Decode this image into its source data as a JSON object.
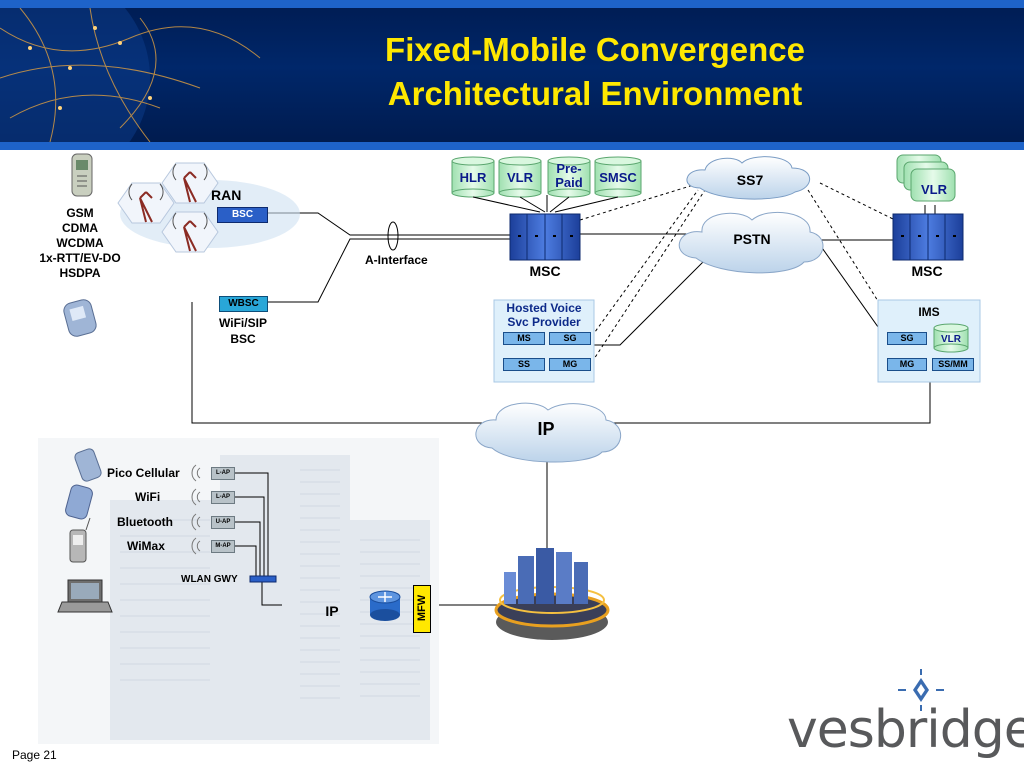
{
  "title": {
    "line1": "Fixed-Mobile Convergence",
    "line2": "Architectural Environment"
  },
  "access": {
    "tech": [
      "GSM",
      "CDMA",
      "WCDMA",
      "1x-RTT/EV-DO",
      "HSDPA"
    ],
    "ran": "RAN",
    "bsc": "BSC",
    "wbsc": "WBSC",
    "wifi_sip_bsc": [
      "WiFi/SIP",
      "BSC"
    ],
    "a_interface": "A-Interface"
  },
  "core": {
    "databases": [
      "HLR",
      "VLR",
      "Pre-Paid",
      "SMSC"
    ],
    "msc_left": "MSC",
    "msc_right": "MSC",
    "ss7": "SS7",
    "pstn": "PSTN",
    "vlr_right": "VLR",
    "ip": "IP"
  },
  "hosted_voice": {
    "title": [
      "Hosted Voice",
      "Svc Provider"
    ],
    "ms": "MS",
    "sg": "SG",
    "ss": "SS",
    "mg": "MG"
  },
  "ims": {
    "title": "IMS",
    "sg": "SG",
    "vlr": "VLR",
    "mg": "MG",
    "ssmm": "SS/MM"
  },
  "enterprise": {
    "rows": [
      {
        "label": "Pico Cellular",
        "ap": "L-AP"
      },
      {
        "label": "WiFi",
        "ap": "L-AP"
      },
      {
        "label": "Bluetooth",
        "ap": "U-AP"
      },
      {
        "label": "WiMax",
        "ap": "M-AP"
      }
    ],
    "gateway": "WLAN GWY",
    "ip": "IP",
    "mfw": "MFW"
  },
  "footer": {
    "page": "Page 21",
    "brand": "vesbridge"
  },
  "colors": {
    "title": "#ffe800",
    "header": "#001c52",
    "box": "#2a5fc7",
    "db": "#c8f2d2",
    "panel": "#dff0fb"
  }
}
